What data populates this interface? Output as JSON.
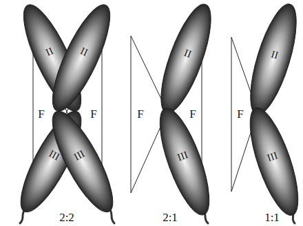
{
  "diagram": {
    "nodes": [
      {
        "text": [
          "II"
        ]
      },
      {
        "text": [
          "II"
        ]
      },
      {
        "text": [
          "F"
        ]
      },
      {
        "text": [
          "F"
        ]
      },
      {
        "text": [
          "III"
        ]
      },
      {
        "text": [
          "III"
        ]
      },
      {
        "text": [
          "II"
        ]
      },
      {
        "text": [
          "F"
        ]
      },
      {
        "text": [
          "F"
        ]
      },
      {
        "text": [
          "III"
        ]
      },
      {
        "text": [
          "II"
        ]
      },
      {
        "text": [
          "F"
        ]
      },
      {
        "text": [
          "III"
        ]
      }
    ],
    "labels": [
      "2:2",
      "2:1",
      "1:1"
    ]
  }
}
